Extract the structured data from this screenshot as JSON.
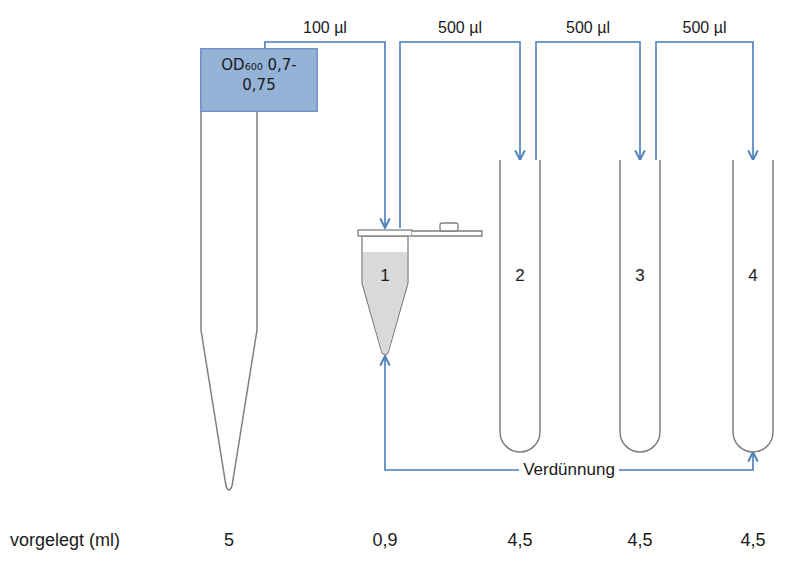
{
  "diagram": {
    "nodes": [
      {
        "text": [
          "OD₆₀₀ 0,7-0,75"
        ]
      },
      {
        "text": [
          "1"
        ]
      },
      {
        "text": [
          "2"
        ]
      },
      {
        "text": [
          "3"
        ]
      },
      {
        "text": [
          "4"
        ]
      }
    ],
    "edges": [
      {
        "from": 0,
        "to": 1,
        "label": "100 µl",
        "arrow": "to"
      },
      {
        "from": 1,
        "to": 2,
        "label": "500 µl",
        "arrow": "to"
      },
      {
        "from": 2,
        "to": 3,
        "label": "500 µl",
        "arrow": "to"
      },
      {
        "from": 3,
        "to": 4,
        "label": "500 µl",
        "arrow": "to"
      },
      {
        "from": 1,
        "to": 4,
        "label": "Verdünnung",
        "arrow": "both"
      }
    ],
    "labels": [
      "vorgelegt (ml)",
      "5",
      "0,9",
      "4,5",
      "4,5",
      "4,5"
    ]
  }
}
